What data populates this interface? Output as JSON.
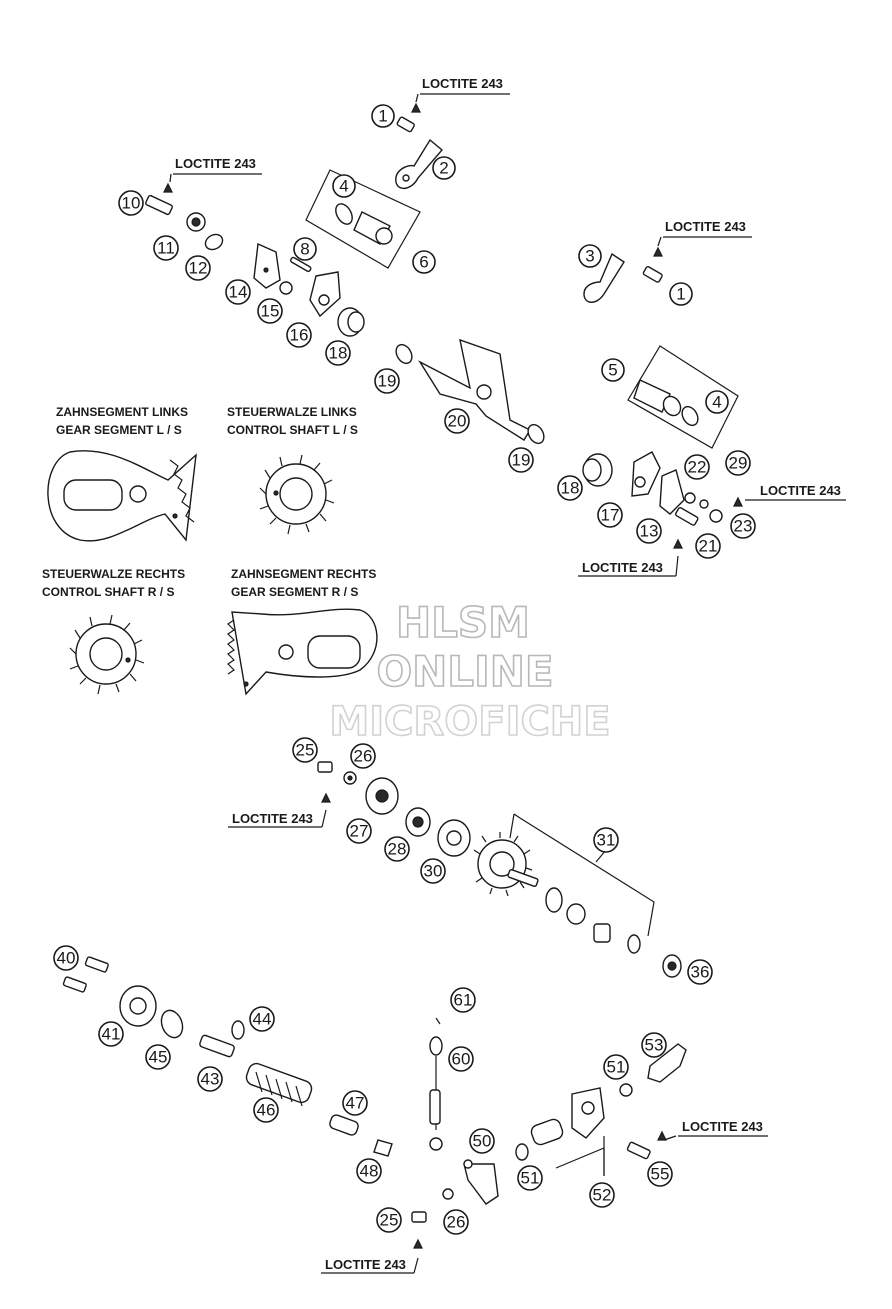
{
  "notes": {
    "loctite": "LOCTITE 243"
  },
  "captions": {
    "gear_segment_left_de": "ZAHNSEGMENT LINKS",
    "gear_segment_left_en": "GEAR SEGMENT L / S",
    "control_shaft_left_de": "STEUERWALZE LINKS",
    "control_shaft_left_en": "CONTROL SHAFT L / S",
    "control_shaft_right_de": "STEUERWALZE RECHTS",
    "control_shaft_right_en": "CONTROL SHAFT R / S",
    "gear_segment_right_de": "ZAHNSEGMENT RECHTS",
    "gear_segment_right_en": "GEAR SEGMENT R / S"
  },
  "watermark": {
    "line1": "HLSM",
    "line2": "ONLINE",
    "line3": "MICROFICHE"
  },
  "callouts": [
    {
      "id": "c1a",
      "label": "1"
    },
    {
      "id": "c2",
      "label": "2"
    },
    {
      "id": "c4a",
      "label": "4"
    },
    {
      "id": "c6",
      "label": "6"
    },
    {
      "id": "c10",
      "label": "10"
    },
    {
      "id": "c11",
      "label": "11"
    },
    {
      "id": "c12",
      "label": "12"
    },
    {
      "id": "c8",
      "label": "8"
    },
    {
      "id": "c14",
      "label": "14"
    },
    {
      "id": "c15",
      "label": "15"
    },
    {
      "id": "c16",
      "label": "16"
    },
    {
      "id": "c18a",
      "label": "18"
    },
    {
      "id": "c19a",
      "label": "19"
    },
    {
      "id": "c20",
      "label": "20"
    },
    {
      "id": "c19b",
      "label": "19"
    },
    {
      "id": "c3",
      "label": "3"
    },
    {
      "id": "c1b",
      "label": "1"
    },
    {
      "id": "c5",
      "label": "5"
    },
    {
      "id": "c4b",
      "label": "4"
    },
    {
      "id": "c18b",
      "label": "18"
    },
    {
      "id": "c17",
      "label": "17"
    },
    {
      "id": "c13",
      "label": "13"
    },
    {
      "id": "c22",
      "label": "22"
    },
    {
      "id": "c29",
      "label": "29"
    },
    {
      "id": "c23",
      "label": "23"
    },
    {
      "id": "c21",
      "label": "21"
    },
    {
      "id": "c25a",
      "label": "25"
    },
    {
      "id": "c26a",
      "label": "26"
    },
    {
      "id": "c27",
      "label": "27"
    },
    {
      "id": "c28",
      "label": "28"
    },
    {
      "id": "c30",
      "label": "30"
    },
    {
      "id": "c31",
      "label": "31"
    },
    {
      "id": "c36",
      "label": "36"
    },
    {
      "id": "c40",
      "label": "40"
    },
    {
      "id": "c41",
      "label": "41"
    },
    {
      "id": "c44",
      "label": "44"
    },
    {
      "id": "c45",
      "label": "45"
    },
    {
      "id": "c43",
      "label": "43"
    },
    {
      "id": "c46",
      "label": "46"
    },
    {
      "id": "c47",
      "label": "47"
    },
    {
      "id": "c48",
      "label": "48"
    },
    {
      "id": "c61",
      "label": "61"
    },
    {
      "id": "c60",
      "label": "60"
    },
    {
      "id": "c53",
      "label": "53"
    },
    {
      "id": "c51a",
      "label": "51"
    },
    {
      "id": "c50",
      "label": "50"
    },
    {
      "id": "c51b",
      "label": "51"
    },
    {
      "id": "c52",
      "label": "52"
    },
    {
      "id": "c55",
      "label": "55"
    },
    {
      "id": "c25b",
      "label": "25"
    },
    {
      "id": "c26b",
      "label": "26"
    }
  ]
}
